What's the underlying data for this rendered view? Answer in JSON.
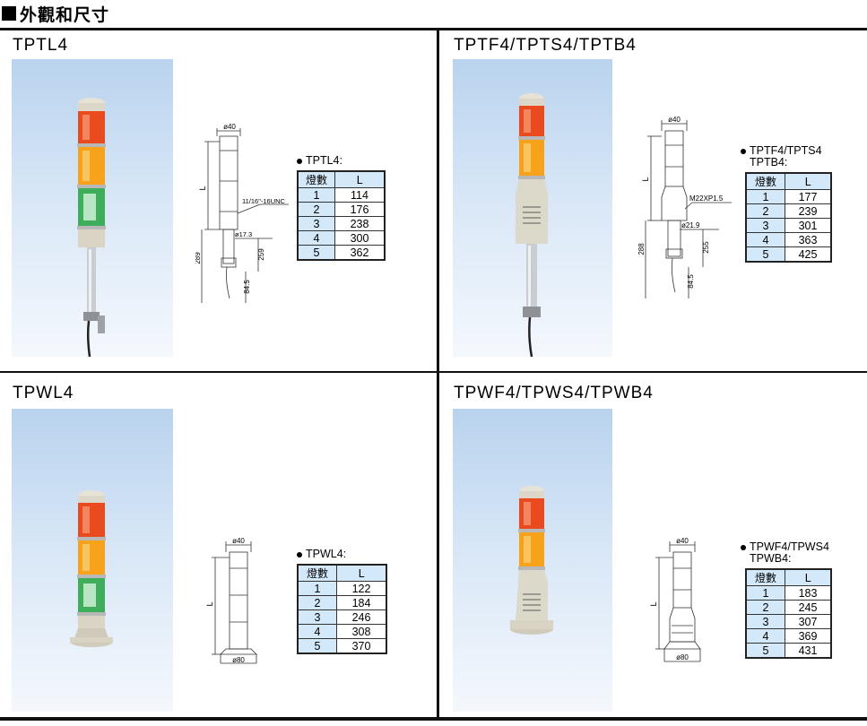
{
  "header": {
    "title": "外觀和尺寸"
  },
  "quadrants": [
    {
      "title": "TPTL4",
      "spec_label": "TPTL4:",
      "col_header_count": "燈數",
      "col_header_l": "L",
      "rows": [
        {
          "count": "1",
          "l": "114"
        },
        {
          "count": "2",
          "l": "176"
        },
        {
          "count": "3",
          "l": "238"
        },
        {
          "count": "4",
          "l": "300"
        },
        {
          "count": "5",
          "l": "362"
        }
      ],
      "drawing": {
        "d_top": "ø40",
        "l": "L",
        "thread": "11/16\"-16UNC",
        "d_mid": "ø17.3",
        "h_total": "289",
        "h_259": "259",
        "h_845": "84.5"
      }
    },
    {
      "title": "TPTF4/TPTS4/TPTB4",
      "spec_label_line1": "TPTF4/TPTS4",
      "spec_label_line2": "TPTB4:",
      "col_header_count": "燈數",
      "col_header_l": "L",
      "rows": [
        {
          "count": "1",
          "l": "177"
        },
        {
          "count": "2",
          "l": "239"
        },
        {
          "count": "3",
          "l": "301"
        },
        {
          "count": "4",
          "l": "363"
        },
        {
          "count": "5",
          "l": "425"
        }
      ],
      "drawing": {
        "d_top": "ø40",
        "l": "L",
        "thread": "M22XP1.5",
        "d_mid": "ø21.9",
        "h_total": "288",
        "h_255": "255",
        "h_845": "84.5"
      }
    },
    {
      "title": "TPWL4",
      "spec_label": "TPWL4:",
      "col_header_count": "燈數",
      "col_header_l": "L",
      "rows": [
        {
          "count": "1",
          "l": "122"
        },
        {
          "count": "2",
          "l": "184"
        },
        {
          "count": "3",
          "l": "246"
        },
        {
          "count": "4",
          "l": "308"
        },
        {
          "count": "5",
          "l": "370"
        }
      ],
      "drawing": {
        "d_top": "ø40",
        "l": "L",
        "d_base": "ø80"
      }
    },
    {
      "title": "TPWF4/TPWS4/TPWB4",
      "spec_label_line1": "TPWF4/TPWS4",
      "spec_label_line2": "TPWB4:",
      "col_header_count": "燈數",
      "col_header_l": "L",
      "rows": [
        {
          "count": "1",
          "l": "183"
        },
        {
          "count": "2",
          "l": "245"
        },
        {
          "count": "3",
          "l": "307"
        },
        {
          "count": "4",
          "l": "369"
        },
        {
          "count": "5",
          "l": "431"
        }
      ],
      "drawing": {
        "d_top": "ø40",
        "l": "L",
        "d_base": "ø80"
      }
    }
  ]
}
